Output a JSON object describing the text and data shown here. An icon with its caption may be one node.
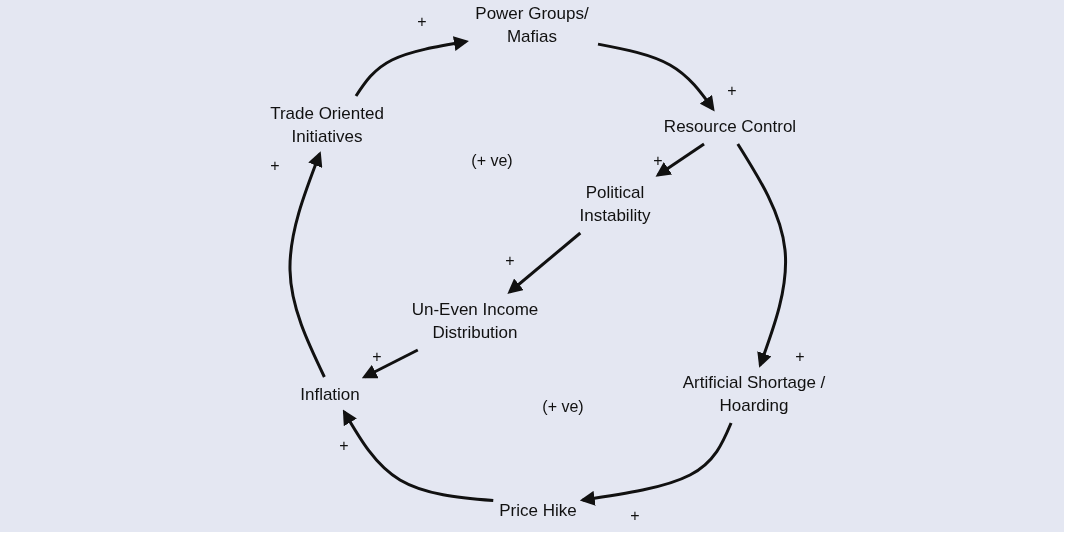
{
  "diagram": {
    "nodes": [
      {
        "text": [
          "Power Groups/ Mafias"
        ]
      },
      {
        "text": [
          "Resource Control"
        ]
      },
      {
        "text": [
          "Political Instability"
        ]
      },
      {
        "text": [
          "Un-Even Income Distribution"
        ]
      },
      {
        "text": [
          "Inflation"
        ]
      },
      {
        "text": [
          "Artificial Shortage / Hoarding"
        ]
      },
      {
        "text": [
          "Price Hike"
        ]
      },
      {
        "text": [
          "Trade Oriented Initiatives"
        ]
      }
    ],
    "edges": [
      {
        "from": 7,
        "to": 0,
        "arrow": "to",
        "label": "+"
      },
      {
        "from": 0,
        "to": 1,
        "arrow": "to",
        "label": "+"
      },
      {
        "from": 1,
        "to": 2,
        "arrow": "to",
        "label": "+"
      },
      {
        "from": 2,
        "to": 3,
        "arrow": "to",
        "label": "+"
      },
      {
        "from": 3,
        "to": 4,
        "arrow": "to",
        "label": "+"
      },
      {
        "from": 1,
        "to": 5,
        "arrow": "to",
        "label": "+"
      },
      {
        "from": 5,
        "to": 6,
        "arrow": "to",
        "label": "+"
      },
      {
        "from": 6,
        "to": 4,
        "arrow": "to",
        "label": "+"
      },
      {
        "from": 4,
        "to": 7,
        "arrow": "to",
        "label": "+"
      }
    ],
    "labels": [
      "(+ ve)",
      "(+ ve)"
    ]
  }
}
